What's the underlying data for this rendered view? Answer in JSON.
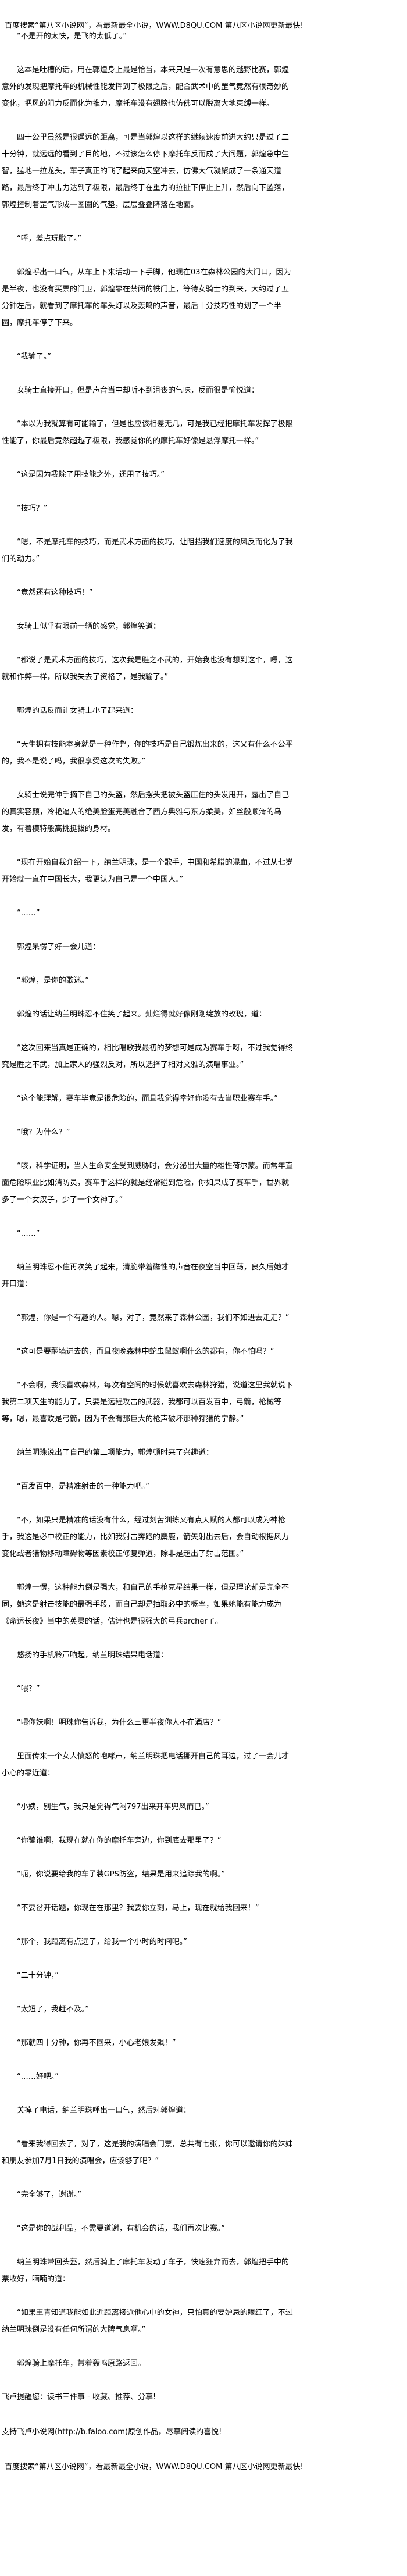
{
  "banner": {
    "text": "百度搜索“第八区小说网”，看最新最全小说，WWW.D8QU.COM   第八区小说网更新最快!"
  },
  "content": {
    "paragraphs": [
      "“不是开的太快，是飞的太低了。”",
      "这本是吐槽的话，用在郭煌身上最是恰当，本来只是一次有意思的越野比赛，郭煌意外的发现把摩托车的机械性能发挥到了极限之后，配合武术中的罡气竟然有很奇妙的变化，把风的阻力反而化为推力，摩托车没有翅膀也仿佛可以脱离大地束缚一样。",
      "四十公里虽然是很遥远的距离，可是当郭煌以这样的继续速度前进大约只是过了二十分钟，就远远的看到了目的地，不过该怎么停下摩托车反而成了大问题，郭煌急中生智，猛地一拉龙头，车子真正的飞了起来向天空冲去，仿佛大气凝聚成了一条通天道路，最后终于冲击力达到了极限，最后终于在重力的拉扯下停止上升，然后向下坠落，郭煌控制着罡气形成一圈圈的气垫，层层叠叠降落在地面。",
      "“呼，差点玩脱了。”",
      "郭煌呼出一口气，从车上下来活动一下手脚，他现在03在森林公园的大门口，因为是半夜，也没有买票的门卫，郭煌靠在禁闭的铁门上，等待女骑士的到来，大约过了五分钟左后，就看到了摩托车的车头灯以及轰鸣的声音，最后十分技巧性的划了一个半圆，摩托车停了下来。",
      "“我输了。”",
      "女骑士直接开口，但是声音当中却听不到沮丧的气味，反而很是愉悦道：",
      "“本以为我就算有可能输了，但是也应该相差无几，可是我已经把摩托车发挥了极限性能了，你最后竟然超越了极限，我感觉你的的摩托车好像是悬浮摩托一样。”",
      "“这是因为我除了用技能之外，还用了技巧。”",
      "“技巧？”",
      "“嗯，不是摩托车的技巧，而是武术方面的技巧，让阻挡我们速度的风反而化为了我们的动力。”",
      "“竟然还有这种技巧！”",
      "女骑士似乎有眼前一辆的感觉，郭煌笑道：",
      "“都说了是武术方面的技巧，这次我是胜之不武的，开始我也没有想到这个，嗯，这就和作弊一样，所以我失去了资格了，是我输了。”",
      "郭煌的话反而让女骑士小了起来道：",
      "“天生拥有技能本身就是一种作弊，你的技巧是自己锻炼出来的，这又有什么不公平的，我不是说了吗，我很享受这次的失败。”",
      "女骑士说完伸手摘下自己的头盔，然后摆头把被头盔压住的头发甩开，露出了自己的真实容颜，冷艳逼人的绝美脸蛋完美融合了西方典雅与东方柔美，如丝般顺滑的乌发，有着模特般高挑挺拔的身材。",
      "“现在开始自我介绍一下，纳兰明珠，是一个歌手，中国和希腊的混血，不过从七岁开始就一直在中国长大，我更认为自己是一个中国人。”",
      "“……”",
      "郭煌呆愣了好一会儿道：",
      "“郭煌，是你的歌迷。”",
      "郭煌的话让纳兰明珠忍不住笑了起来。灿烂得就好像刚刚绽放的玫瑰，道：",
      "“这次回来当真是正确的，相比唱歌我最初的梦想可是成为赛车手呀，不过我觉得终究是胜之不武，加上家人的强烈反对，所以选择了相对文雅的演唱事业。”",
      "“这个能理解，赛车毕竟是很危险的，而且我觉得幸好你没有去当职业赛车手。”",
      "“哦？为什么？”",
      "“咳，科学证明，当人生命安全受到威胁时，会分泌出大量的雄性荷尔蒙。而常年直面危险职业比如消防员，赛车手这样的就是经常碰到危险，你如果成了赛车手，世界就多了一个女汉子，少了一个女神了。”",
      "“……”",
      "纳兰明珠忍不住再次笑了起来，清脆带着磁性的声音在夜空当中回荡，良久后她才开口道：",
      "“郭煌，你是一个有趣的人。嗯，对了，竟然来了森林公园，我们不如进去走走？”",
      "“这可是要翻墙进去的，而且夜晚森林中蛇虫鼠蚁啊什么的都有，你不怕吗？”",
      "“不会啊，我很喜欢森林，每次有空闲的时候就喜欢去森林狩猎，说道这里我就说下我第二项天生的能力了，只要是远程攻击的武器，我都可以百发百中，弓箭，枪械等等，嗯，最喜欢是弓箭，因为不会有那巨大的枪声破坏那种狩猎的宁静。”",
      "纳兰明珠说出了自己的第二项能力，郭煌顿时来了兴趣道：",
      "“百发百中，是精准射击的一种能力吧。”",
      "“不，如果只是精准的话没有什么，经过刻苦训练又有点天赋的人都可以成为神枪手，我这是必中校正的能力，比如我射击奔跑的麋鹿，箭矢射出去后，会自动根据风力变化或者猎物移动障碍物等因素校正修复弹道，除非是超出了射击范围。”",
      "郭煌一愣，这种能力倒是强大，和自己的手枪克星结果一样，但是理论却是完全不同，她这是射击技能的最强手段，而自己却是抽取必中的概率，如果她能有能力成为《命运长夜》当中的英灵的话，估计也是很强大的弓兵archer了。",
      "悠扬的手机铃声响起，纳兰明珠结果电话道：",
      "“喂？”",
      "“喂你妹啊！明珠你告诉我，为什么三更半夜你人不在酒店？”",
      "里面传来一个女人愤怒的咆哮声，纳兰明珠把电话挪开自己的耳边，过了一会儿才小心的靠近道：",
      "“小姨，别生气，我只是觉得气闷797出来开车兜风而已。”",
      "“你骗谁啊，我现在就在你的摩托车旁边，你到底去那里了？”",
      "“呃，你说要给我的车子装GPS防盗，结果是用来追踪我的啊。”",
      "“不要岔开话题，你现在在那里？我要你立刻，马上，现在就给我回来！”",
      "“那个，我距离有点远了，给我一个小时的时间吧。”",
      "“二十分钟，”",
      "“太短了，我赶不及。”",
      "“那就四十分钟，你再不回来，小心老娘发飙！”",
      "“……好吧。”",
      "关掉了电话，纳兰明珠呼出一口气，然后对郭煌道：",
      "“看来我得回去了，对了，这是我的演唱会门票，总共有七张，你可以邀请你的妹妹和朋友参加7月1日我的演唱会，应该够了吧？”",
      "“完全够了，谢谢。”",
      "“这是你的战利品，不需要道谢，有机会的话，我们再次比赛。”",
      "纳兰明珠带回头盔，然后骑上了摩托车发动了车子，快速狂奔而去，郭煌把手中的票收好，喃喃的道：",
      "“如果王青知道我能如此近距离接近他心中的女神，只怕真的要妒忌的眼红了，不过纳兰明珠倒是没有任何所谓的大牌气息啊。”",
      "郭煌骑上摩托车，带着轰鸣原路返回。"
    ]
  },
  "footer": {
    "reminder": "飞卢提醒您：读书三件事 - 收藏、推荐、分享!",
    "support": "支持飞卢小说网(http://b.faloo.com)原创作品，尽享阅读的喜悦!",
    "banner": "百度搜索“第八区小说网”，看最新最全小说，WWW.D8QU.COM   第八区小说网更新最快!"
  }
}
